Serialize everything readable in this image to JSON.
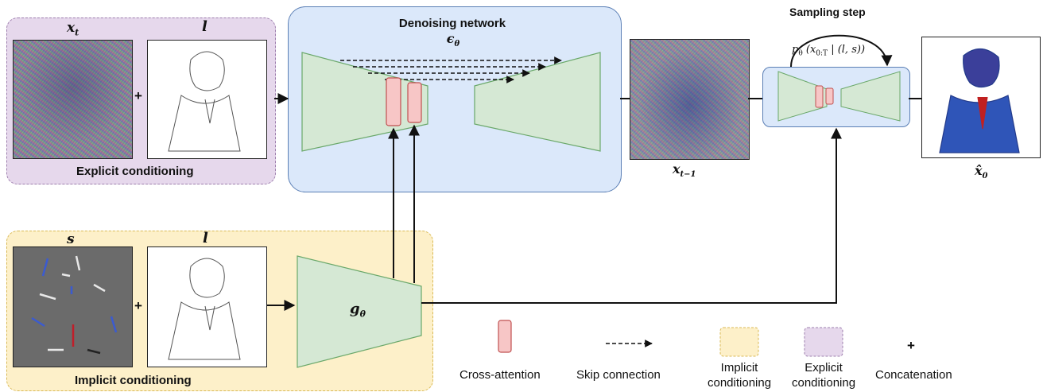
{
  "explicit": {
    "title": "Explicit conditioning",
    "img1_label": "x",
    "img1_sub": "t",
    "img2_label": "l",
    "plus": "+"
  },
  "denoiser": {
    "title": "Denoising network",
    "symbol": "ϵ",
    "symbol_sub": "θ"
  },
  "xt1": {
    "label": "x",
    "sub": "t−1"
  },
  "sampling": {
    "title": "Sampling step",
    "formula": "p",
    "formula_sub": "θ",
    "formula_rest": "(x",
    "formula_rest_sub": "0:T",
    "formula_tail": " | (l, s))"
  },
  "x0hat": {
    "label": "x̂",
    "sub": "0"
  },
  "implicit": {
    "title": "Implicit conditioning",
    "img1_label": "s",
    "img2_label": "l",
    "plus": "+",
    "encoder": "g",
    "encoder_sub": "θ"
  },
  "legend": {
    "cross_attention": "Cross-attention",
    "skip_connection": "Skip connection",
    "implicit_line1": "Implicit",
    "implicit_line2": "conditioning",
    "explicit_line1": "Explicit",
    "explicit_line2": "conditioning",
    "concat_symbol": "+",
    "concatenation": "Concatenation"
  },
  "colors": {
    "explicit_bg": "#e6d8ec",
    "explicit_border": "#9e7fae",
    "implicit_bg": "#fdf0c9",
    "implicit_border": "#d9b955",
    "network_bg": "#dbe8fa",
    "network_border": "#5b7fb5",
    "trapezoid_fill": "#d5e8d4",
    "trapezoid_stroke": "#6aa86a",
    "attn_fill": "#f7c6c6",
    "attn_stroke": "#c05050"
  }
}
